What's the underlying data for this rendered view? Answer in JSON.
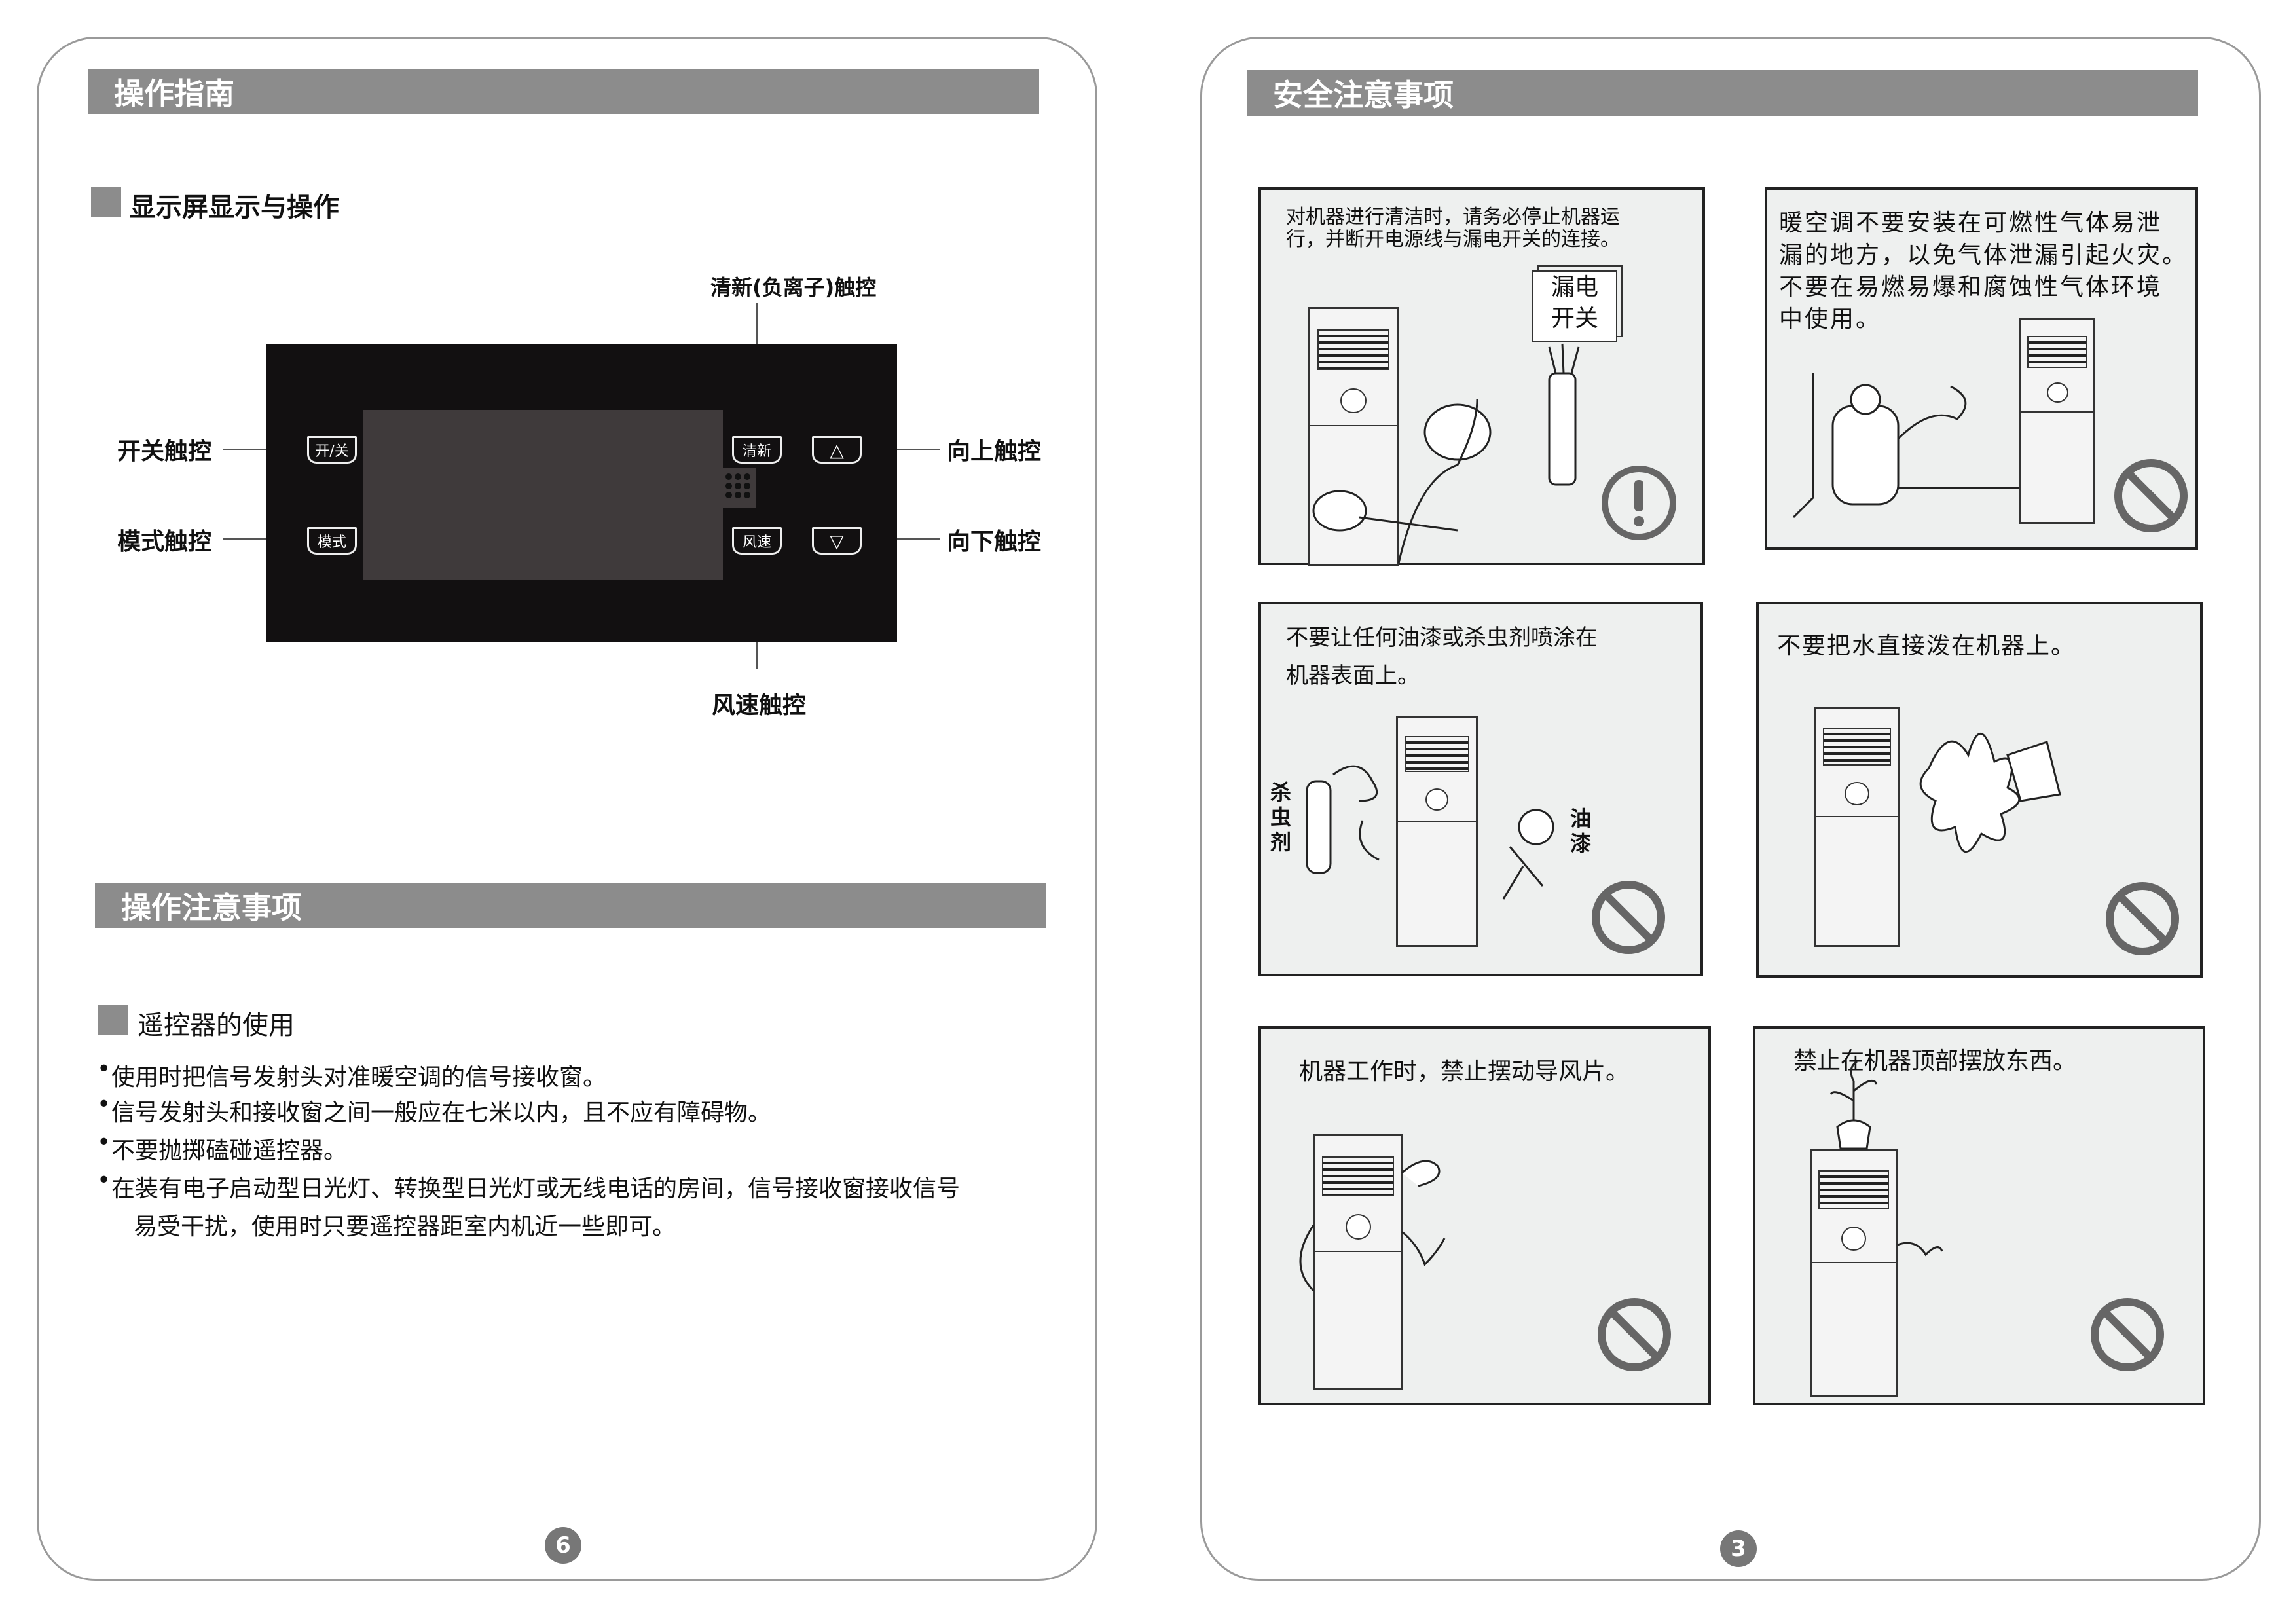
{
  "left_page": {
    "header": "操作指南",
    "display_section": {
      "title": "显示屏显示与操作",
      "callouts": {
        "fresh": "清新(负离子)触控",
        "power": "开关触控",
        "mode": "模式触控",
        "up": "向上触控",
        "down": "向下触控",
        "fan": "风速触控"
      },
      "keys": {
        "power": "开/关",
        "mode": "模式",
        "fresh": "清新",
        "fan": "风速",
        "up": "△",
        "down": "▽"
      }
    },
    "notes_header": "操作注意事项",
    "remote_section": {
      "title": "遥控器的使用",
      "bullets": [
        "使用时把信号发射头对准暖空调的信号接收窗。",
        "信号发射头和接收窗之间一般应在七米以内，且不应有障碍物。",
        "不要抛掷磕碰遥控器。",
        "在装有电子启动型日光灯、转换型日光灯或无线电话的房间，信号接收窗接收信号",
        "易受干扰，使用时只要遥控器距室内机近一些即可。"
      ]
    },
    "page_number": "6"
  },
  "right_page": {
    "header": "安全注意事项",
    "panels": [
      {
        "lines": [
          "对机器进行清洁时，请务必停止机器运",
          "行，并断开电源线与漏电开关的连接。"
        ],
        "switch_label": [
          "漏电",
          "开关"
        ],
        "sign": "exclamation-icon"
      },
      {
        "lines": [
          "暖空调不要安装在可燃性气体易泄",
          "漏的地方，以免气体泄漏引起火灾。",
          "不要在易燃易爆和腐蚀性气体环境",
          "中使用。"
        ],
        "sign": "prohibited-icon"
      },
      {
        "lines": [
          "不要让任何油漆或杀虫剂喷涂在",
          "机器表面上。"
        ],
        "label_left": "杀虫剂",
        "label_right": "油漆",
        "sign": "prohibited-icon"
      },
      {
        "lines": [
          "不要把水直接泼在机器上。"
        ],
        "sign": "prohibited-icon"
      },
      {
        "lines": [
          "机器工作时，禁止摆动导风片。"
        ],
        "sign": "prohibited-icon"
      },
      {
        "lines": [
          "禁止在机器顶部摆放东西。"
        ],
        "sign": "prohibited-icon"
      }
    ],
    "page_number": "3"
  }
}
